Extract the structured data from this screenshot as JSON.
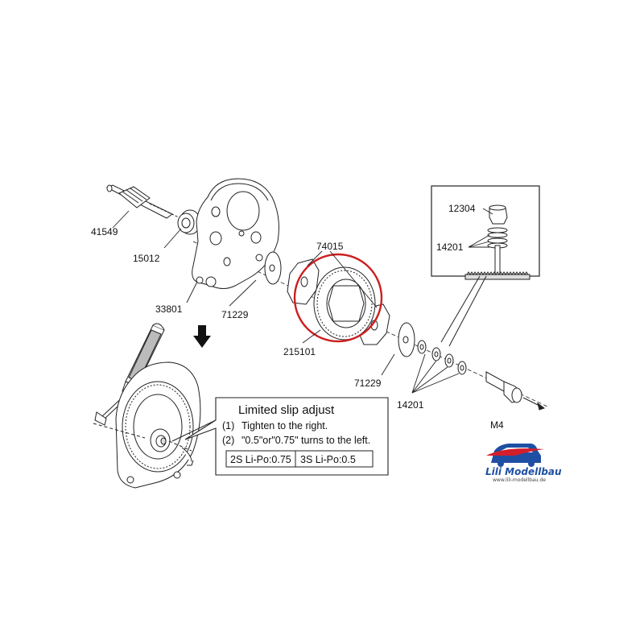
{
  "labels": {
    "p41549": "41549",
    "p15012": "15012",
    "p33801": "33801",
    "p71229a": "71229",
    "p74015": "74015",
    "p215101": "215101",
    "p71229b": "71229",
    "p14201a": "14201",
    "p12304": "12304",
    "p14201b": "14201",
    "pM4": "M4"
  },
  "adjust_box": {
    "title": "Limited slip adjust",
    "step1_num": "(1)",
    "step1_text": "Tighten to the right.",
    "step2_num": "(2)",
    "step2_text": "\"0.5\"or\"0.75\" turns to the left.",
    "table": [
      "2S Li-Po:0.75",
      "3S Li-Po:0.5"
    ]
  },
  "brand": {
    "name": "Lili Modellbau",
    "url": "www.lili-modellbau.de",
    "colors": {
      "blue": "#1f4fa3",
      "red": "#d21f2b"
    }
  },
  "highlight_color": "#cc1f1f"
}
